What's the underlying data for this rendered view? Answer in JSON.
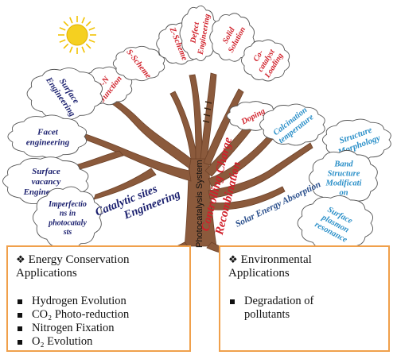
{
  "tree": {
    "trunk_label": "Photocatalysis System",
    "branch_catalytic": "Catalytic sites Engineering",
    "branch_charge": "Controlling Charge Recombination",
    "branch_solar": "Solar Energy Absorption"
  },
  "clouds_charge": [
    {
      "id": "pn",
      "lines": [
        "P-N",
        "Junction"
      ]
    },
    {
      "id": "sscheme",
      "lines": [
        "S-Scheme"
      ]
    },
    {
      "id": "zscheme",
      "lines": [
        "Z-Scheme"
      ]
    },
    {
      "id": "defect",
      "lines": [
        "Defect",
        "Engineering"
      ]
    },
    {
      "id": "solid",
      "lines": [
        "Solid",
        "Solution"
      ]
    },
    {
      "id": "cocat",
      "lines": [
        "Co-",
        "catalyst",
        "Loading"
      ]
    },
    {
      "id": "doping",
      "lines": [
        "Doping"
      ]
    }
  ],
  "clouds_catalytic": [
    {
      "id": "surfeng",
      "lines": [
        "Surface",
        "Engineering"
      ]
    },
    {
      "id": "facet",
      "lines": [
        "Facet",
        "engineering"
      ]
    },
    {
      "id": "vacancy",
      "lines": [
        "Surface",
        "vacancy",
        "Engineering"
      ]
    },
    {
      "id": "imperf",
      "lines": [
        "Imperfectio",
        "ns in",
        "photocataly",
        "sts"
      ]
    }
  ],
  "clouds_solar": [
    {
      "id": "calc",
      "lines": [
        "Calcination",
        "temperature"
      ]
    },
    {
      "id": "morph",
      "lines": [
        "Structure",
        "Morphology"
      ]
    },
    {
      "id": "band",
      "lines": [
        "Band",
        "Structure",
        "Modificati",
        "on"
      ]
    },
    {
      "id": "plasmon",
      "lines": [
        "Surface",
        "plasmon",
        "resonance"
      ]
    }
  ],
  "energy_box": {
    "title_line1": "Energy Conservation",
    "title_line2": "Applications",
    "items": [
      "Hydrogen Evolution",
      "CO₂ Photo-reduction",
      "Nitrogen Fixation",
      "O₂ Evolution"
    ]
  },
  "env_box": {
    "title_line1": "Environmental",
    "title_line2": "Applications",
    "items_line1": "Degradation of",
    "items_line2": "pollutants"
  },
  "colors": {
    "trunk": "#8b5a3c",
    "charge_text": "#d0202a",
    "catalytic_text": "#1a1f6e",
    "solar_text": "#2a8fc8",
    "box_border": "#f0a04b",
    "sun": "#f5d020"
  }
}
